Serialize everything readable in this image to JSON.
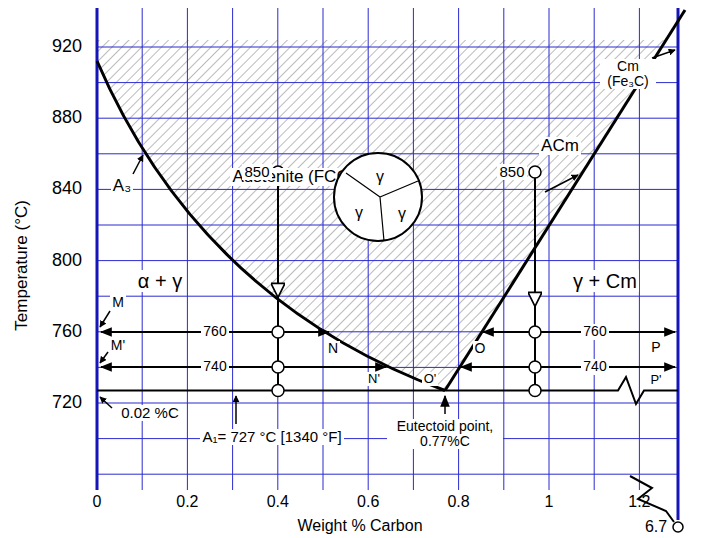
{
  "diagram": {
    "nodes": [
      {
        "text": [
          "γ",
          "γ",
          "γ"
        ]
      }
    ],
    "labels": [
      "920",
      "880",
      "840",
      "800",
      "760",
      "720",
      "0",
      "0.2",
      "0.4",
      "0.6",
      "0.8",
      "1",
      "1.2",
      "6.7",
      "Temperature (°C)",
      "Weight % Carbon",
      "Austenite (FCC) γ",
      "A₃",
      "α + γ",
      "γ + Cm",
      "ACm",
      "Cm (Fe₃C)",
      "850",
      "850",
      "760",
      "760",
      "740",
      "740",
      "M",
      "M'",
      "N",
      "N'",
      "O",
      "O'",
      "P",
      "P'",
      "0.02 %C",
      "A₁= 727 °C [1340 °F]",
      "Eutectoid point, 0.77%C"
    ]
  }
}
